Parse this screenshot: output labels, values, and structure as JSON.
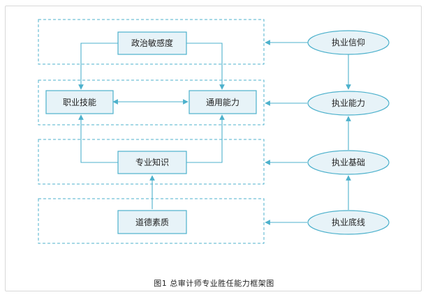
{
  "diagram": {
    "competencies": {
      "political": "政治敏感度",
      "professional_skill": "职业技能",
      "general_ability": "通用能力",
      "specialized_knowledge": "专业知识",
      "moral_quality": "道德素质"
    },
    "practice_levels": {
      "belief": "执业信仰",
      "ability": "执业能力",
      "foundation": "执业基础",
      "baseline": "执业底线"
    }
  },
  "caption": "图1   总审计师专业胜任能力框架图",
  "colors": {
    "accent": "#4db1cc",
    "node_fill": "#e7f3f8"
  }
}
